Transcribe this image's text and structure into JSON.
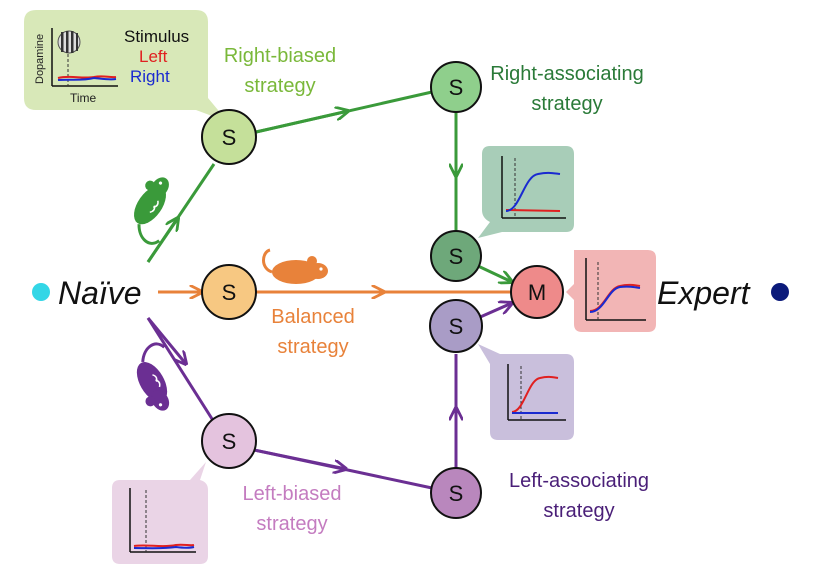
{
  "endpoints": {
    "start_label": "Naïve",
    "end_label": "Expert",
    "start_color": "#33d6e6",
    "end_color": "#0b1a7a"
  },
  "nodes": {
    "s_label": "S",
    "m_label": "M"
  },
  "strategies": {
    "right_biased": [
      "Right-biased",
      "strategy"
    ],
    "right_associating": [
      "Right-associating",
      "strategy"
    ],
    "balanced": [
      "Balanced",
      "strategy"
    ],
    "left_biased": [
      "Left-biased",
      "strategy"
    ],
    "left_associating": [
      "Left-associating",
      "strategy"
    ]
  },
  "legend": {
    "title": "Stimulus",
    "left_label": "Left",
    "right_label": "Right",
    "y_axis_label": "Dopamine",
    "x_axis_label": "Time"
  },
  "colors": {
    "green": "#3a9a3a",
    "green_light_fill": "#c5e09a",
    "dark_green": "#2a7a38",
    "dark_green_fill": "#6ea87a",
    "orange": "#e8823a",
    "orange_fill": "#f7c882",
    "purple": "#6b2f93",
    "lavender_fill": "#a99cc6",
    "pink_fill": "#e4c3de",
    "mauve_fill": "#b987bd",
    "m_fill": "#ee8a8a",
    "left_trace": "#e02020",
    "right_trace": "#1a2ad0"
  },
  "icons": [
    "mouse-icon-green",
    "mouse-icon-orange",
    "mouse-icon-purple",
    "stripe-stimulus-icon"
  ]
}
